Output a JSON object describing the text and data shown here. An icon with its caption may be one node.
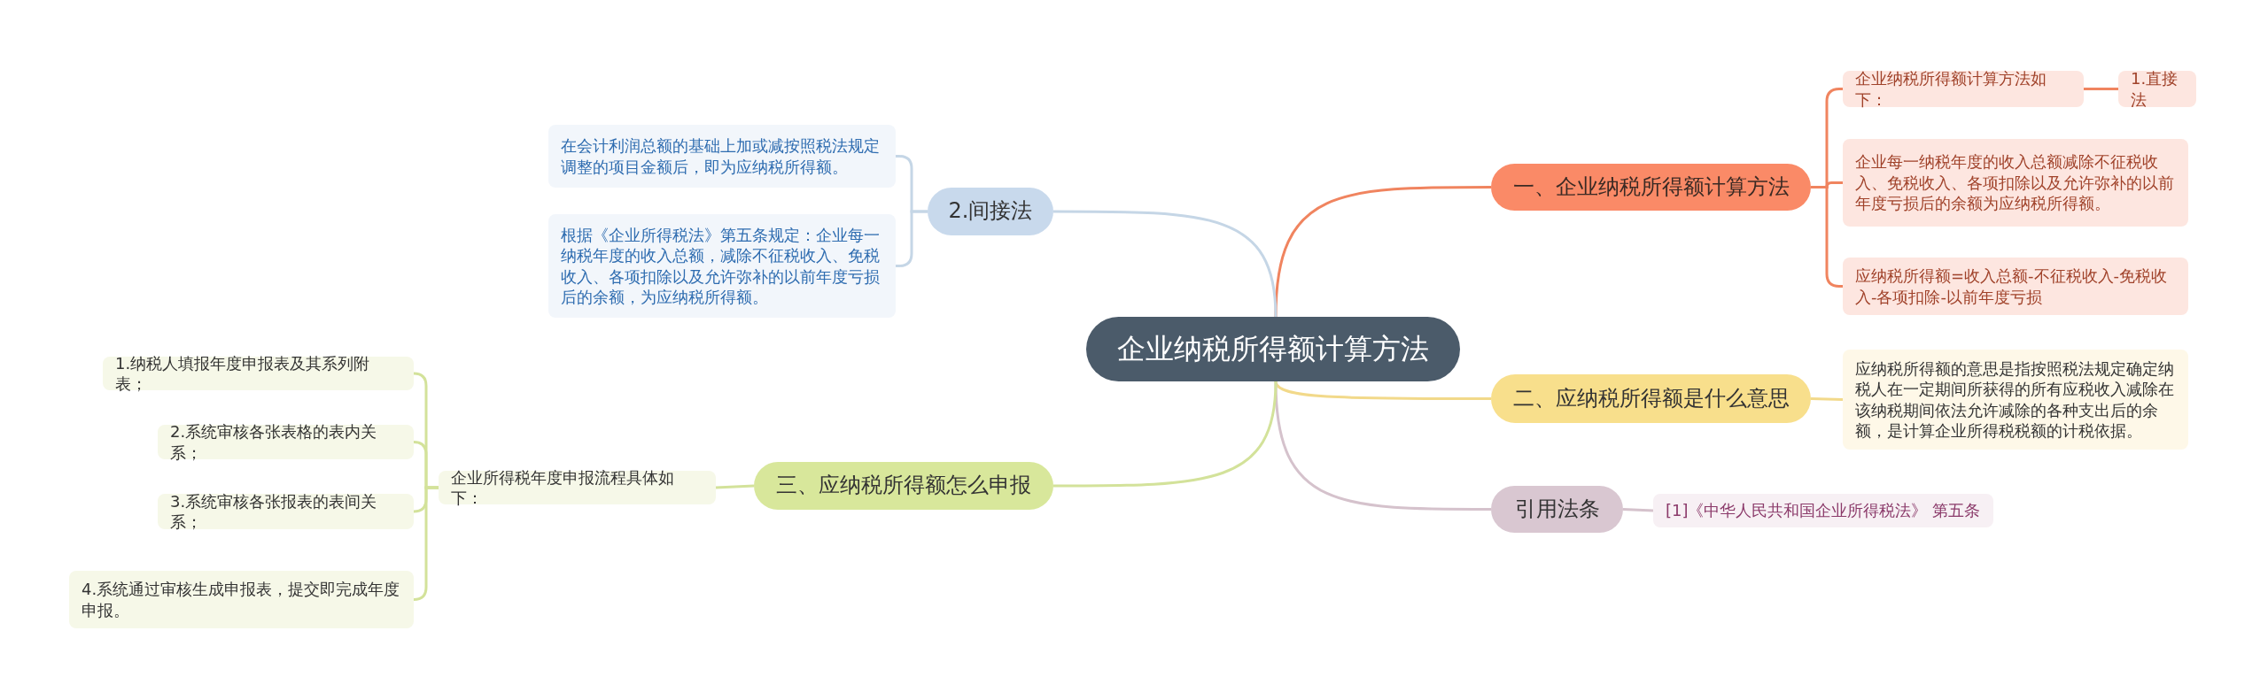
{
  "diagram": {
    "nodes": [
      {
        "text": [
          "企业纳税所得额计算方法"
        ]
      },
      {
        "text": [
          "一、企业纳税所得额计算方法"
        ]
      },
      {
        "text": [
          "企业纳税所得额计算方法如下："
        ]
      },
      {
        "text": [
          "1.直接法"
        ]
      },
      {
        "text": [
          "企业每一纳税年度的收入总额减除不征税收入、免税收入、各项扣除以及允许弥补的以前年度亏损后的余额为应纳税所得额。"
        ]
      },
      {
        "text": [
          "应纳税所得额=收入总额-不征税收入-免税收入-各项扣除-以前年度亏损"
        ]
      },
      {
        "text": [
          "二、应纳税所得额是什么意思"
        ]
      },
      {
        "text": [
          "应纳税所得额的意思是指按照税法规定确定纳税人在一定期间所获得的所有应税收入减除在该纳税期间依法允许减除的各种支出后的余额，是计算企业所得税税额的计税依据。"
        ]
      },
      {
        "text": [
          "引用法条"
        ]
      },
      {
        "text": [
          "[1]《中华人民共和国企业所得税法》 第五条"
        ]
      },
      {
        "text": [
          "2.间接法"
        ]
      },
      {
        "text": [
          "在会计利润总额的基础上加或减按照税法规定调整的项目金额后，即为应纳税所得额。"
        ]
      },
      {
        "text": [
          "根据《企业所得税法》第五条规定：企业每一纳税年度的收入总额，减除不征税收入、免税收入、各项扣除以及允许弥补的以前年度亏损后的余额，为应纳税所得额。"
        ]
      },
      {
        "text": [
          "三、应纳税所得额怎么申报"
        ]
      },
      {
        "text": [
          "企业所得税年度申报流程具体如下："
        ]
      },
      {
        "text": [
          "1.纳税人填报年度申报表及其系列附表；"
        ]
      },
      {
        "text": [
          "2.系统审核各张表格的表内关系；"
        ]
      },
      {
        "text": [
          "3.系统审核各张报表的表间关系；"
        ]
      },
      {
        "text": [
          "4.系统通过审核生成申报表，提交即完成年度申报。"
        ]
      }
    ],
    "edges": [
      {
        "from": 0,
        "to": 1,
        "arrow": "none",
        "color": "#f0845f"
      },
      {
        "from": 1,
        "to": 2,
        "arrow": "none",
        "color": "#f0845f"
      },
      {
        "from": 2,
        "to": 3,
        "arrow": "none",
        "color": "#f0845f"
      },
      {
        "from": 1,
        "to": 4,
        "arrow": "none",
        "color": "#f0845f"
      },
      {
        "from": 1,
        "to": 5,
        "arrow": "none",
        "color": "#f0845f"
      },
      {
        "from": 0,
        "to": 6,
        "arrow": "none",
        "color": "#f2d98a"
      },
      {
        "from": 6,
        "to": 7,
        "arrow": "none",
        "color": "#f2d98a"
      },
      {
        "from": 0,
        "to": 8,
        "arrow": "none",
        "color": "#d5c2cc"
      },
      {
        "from": 8,
        "to": 9,
        "arrow": "none",
        "color": "#d5c2cc"
      },
      {
        "from": 0,
        "to": 10,
        "arrow": "none",
        "color": "#c5d6e6"
      },
      {
        "from": 10,
        "to": 11,
        "arrow": "none",
        "color": "#c5d6e6"
      },
      {
        "from": 10,
        "to": 12,
        "arrow": "none",
        "color": "#c5d6e6"
      },
      {
        "from": 0,
        "to": 13,
        "arrow": "none"
      },
      {
        "from": 13,
        "to": 14,
        "arrow": "none"
      },
      {
        "from": 14,
        "to": 15,
        "arrow": "none"
      },
      {
        "from": 14,
        "to": 16,
        "arrow": "none"
      },
      {
        "from": 14,
        "to": 17,
        "arrow": "none"
      },
      {
        "from": 14,
        "to": 18,
        "arrow": "none"
      }
    ]
  }
}
